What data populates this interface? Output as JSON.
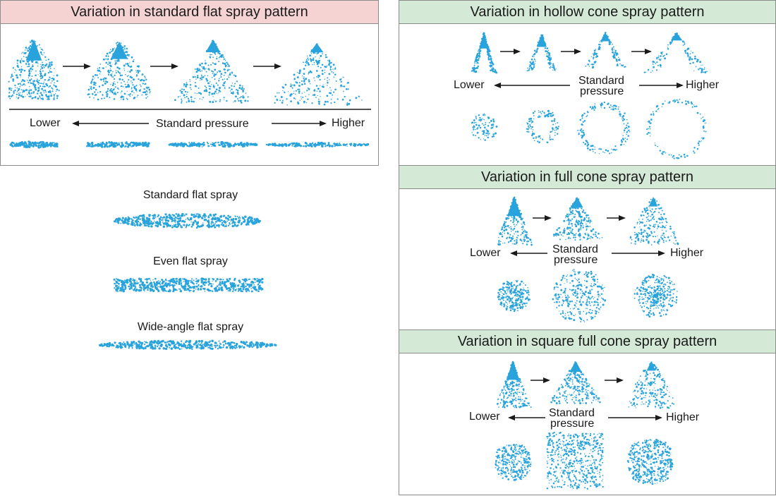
{
  "colors": {
    "spray": "#29a3dc",
    "panel_pink": "#f6d3d3",
    "panel_green": "#d4ead6",
    "border": "#8c8c8c",
    "text": "#1a1a1a"
  },
  "flat_panel": {
    "title": "Variation in standard flat spray pattern",
    "lower": "Lower",
    "pressure": "Standard pressure",
    "higher": "Higher"
  },
  "hollow_panel": {
    "title": "Variation in hollow cone spray pattern",
    "lower": "Lower",
    "pressure_line1": "Standard",
    "pressure_line2": "pressure",
    "higher": "Higher"
  },
  "full_panel": {
    "title": "Variation in full cone spray pattern",
    "lower": "Lower",
    "pressure_line1": "Standard",
    "pressure_line2": "pressure",
    "higher": "Higher"
  },
  "square_panel": {
    "title": "Variation in square full cone spray pattern",
    "lower": "Lower",
    "pressure_line1": "Standard",
    "pressure_line2": "pressure",
    "higher": "Higher"
  },
  "flat_types": [
    {
      "label": "Standard flat spray"
    },
    {
      "label": "Even flat spray"
    },
    {
      "label": "Wide-angle flat spray"
    }
  ]
}
